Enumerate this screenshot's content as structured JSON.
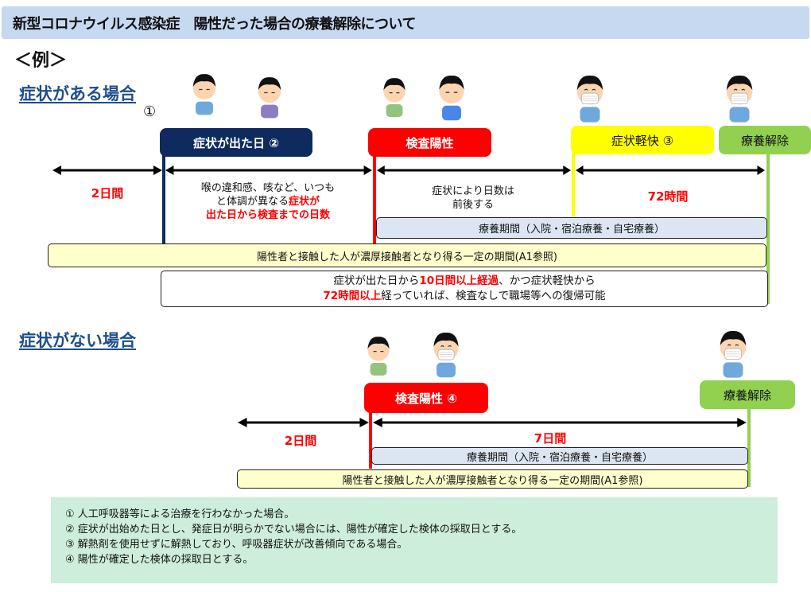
{
  "header": {
    "title": "新型コロナウイルス感染症　陽性だった場合の療養解除について"
  },
  "example_label": "＜例＞",
  "symptomatic": {
    "title": "症状がある場合",
    "title_note": "①",
    "milestones": [
      {
        "label": "症状が出た日 ②",
        "color": "#0f2a5e"
      },
      {
        "label": "検査陽性",
        "color": "#ff0000"
      },
      {
        "label": "症状軽快 ③",
        "color": "#ffff00"
      },
      {
        "label": "療養解除",
        "color": "#92d050"
      }
    ],
    "span_before": "2日間",
    "span_symptom_to_test": {
      "line1": "喉の違和感、咳など、いつも",
      "line2_plain": "と体調が異なる",
      "line2_red": "症状が",
      "line3_red": "出た日から検査までの日数"
    },
    "span_test_to_relief": {
      "line1": "症状により日数は",
      "line2": "前後する"
    },
    "span_relief_to_release": "72時間",
    "care_period": "療養期間（入院・宿泊療養・自宅療養）",
    "contact_period": "陽性者と接触した人が濃厚接触者となり得る一定の期間(A1参照)",
    "return_note": {
      "line1_plain_a": "症状が出た日から",
      "line1_red": "10日間以上経過",
      "line1_plain_b": "、かつ症状軽快から",
      "line2_red": "72時間以上",
      "line2_plain": "経っていれば、検査なしで職場等への復帰可能"
    }
  },
  "asymptomatic": {
    "title": "症状がない場合",
    "milestones": [
      {
        "label": "検査陽性 ④",
        "color": "#ff0000"
      },
      {
        "label": "療養解除",
        "color": "#92d050"
      }
    ],
    "span_before": "2日間",
    "span_after": "7日間",
    "care_period": "療養期間（入院・宿泊療養・自宅療養）",
    "contact_period": "陽性者と接触した人が濃厚接触者となり得る一定の期間(A1参照)"
  },
  "notes": [
    "①  人工呼吸器等による治療を行わなかった場合。",
    "②  症状が出始めた日とし、発症日が明らかでない場合には、陽性が確定した検体の採取日とする。",
    "③  解熱剤を使用せずに解熱しており、呼吸器症状が改善傾向である場合。",
    "④  陽性が確定した検体の採取日とする。"
  ]
}
